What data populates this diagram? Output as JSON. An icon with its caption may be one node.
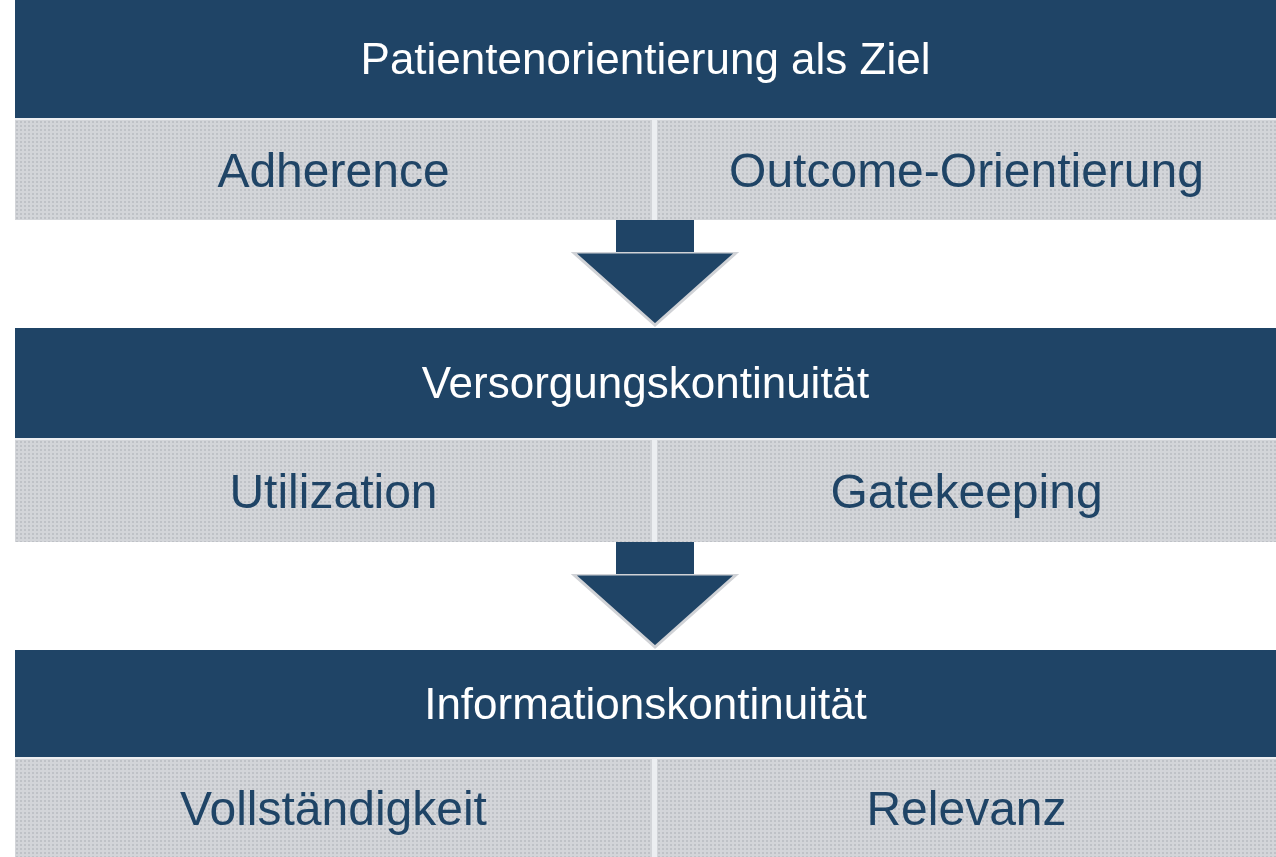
{
  "diagram": {
    "nodes": [
      {
        "text": [],
        "shape": "box"
      },
      {
        "text": [
          "Patientenorientierung als Ziel"
        ],
        "in": 0
      },
      {
        "text": [
          "Adherence"
        ],
        "in": 0
      },
      {
        "text": [
          "Outcome-Orientierung"
        ],
        "in": 0
      },
      {
        "text": [],
        "shape": "box"
      },
      {
        "text": [
          "Versorgungskontinuität"
        ],
        "in": 4
      },
      {
        "text": [
          "Utilization"
        ],
        "in": 4
      },
      {
        "text": [
          "Gatekeeping"
        ],
        "in": 4
      },
      {
        "text": [],
        "shape": "box"
      },
      {
        "text": [
          "Informationskontinuität"
        ],
        "in": 8
      },
      {
        "text": [
          "Vollständigkeit"
        ],
        "in": 8
      },
      {
        "text": [
          "Relevanz"
        ],
        "in": 8
      }
    ],
    "edges": [
      {
        "from": 0,
        "to": 4,
        "arrow": "to"
      },
      {
        "from": 4,
        "to": 8,
        "arrow": "to"
      }
    ]
  }
}
